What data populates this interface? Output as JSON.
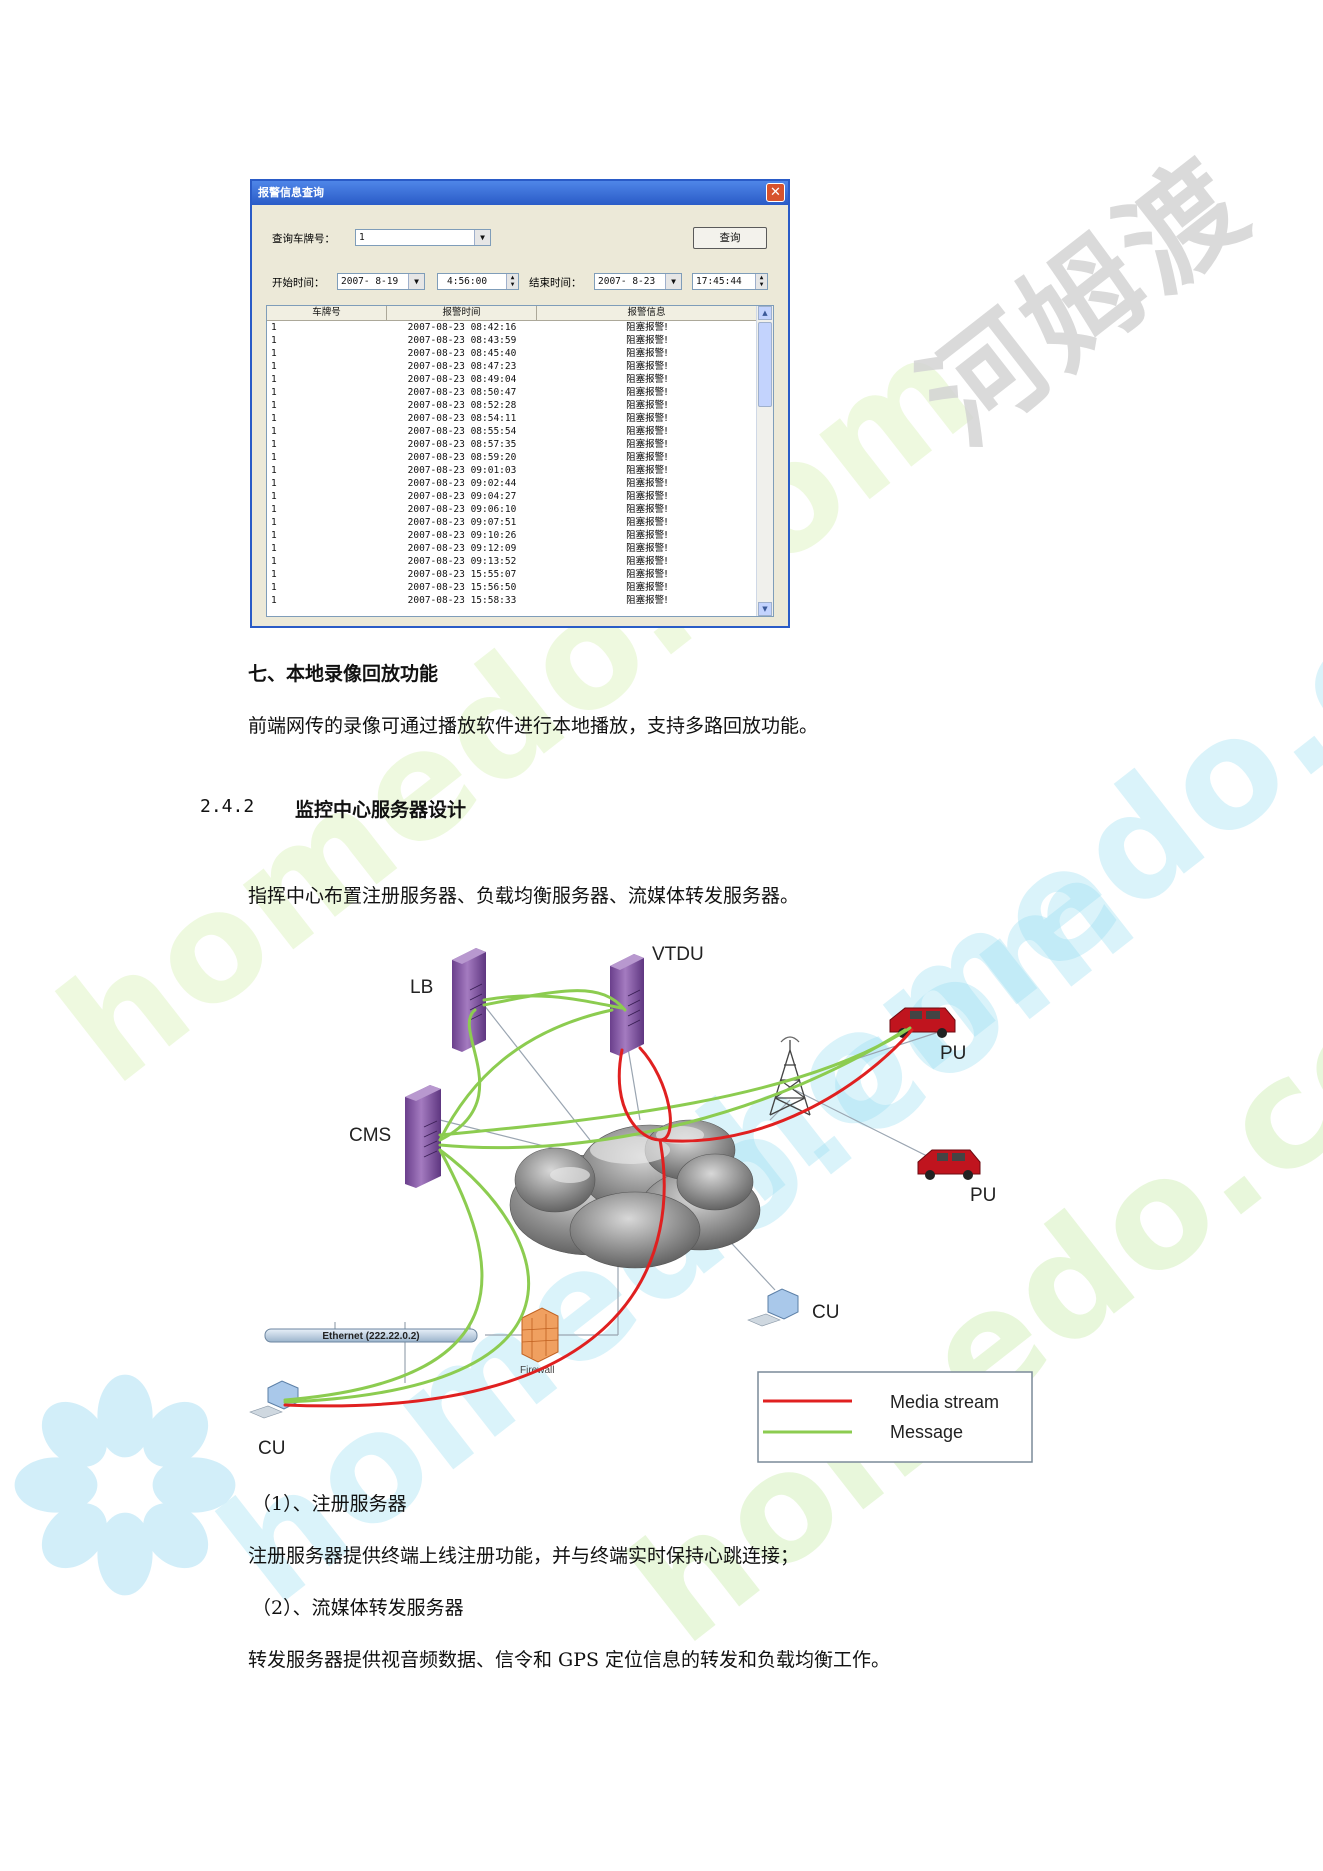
{
  "watermark": {
    "cn": "河姆渡",
    "en": "homedo.com"
  },
  "dialog": {
    "title": "报警信息查询",
    "plate_label": "查询车牌号：",
    "plate_value": "1",
    "query_button": "查询",
    "start_label": "开始时间：",
    "start_date": "2007- 8-19",
    "start_time": "4:56:00",
    "end_label": "结束时间：",
    "end_date": "2007- 8-23",
    "end_time": "17:45:44",
    "columns": [
      "车牌号",
      "报警时间",
      "报警信息"
    ],
    "rows": [
      [
        "1",
        "2007-08-23 08:42:16",
        "阻塞报警!"
      ],
      [
        "1",
        "2007-08-23 08:43:59",
        "阻塞报警!"
      ],
      [
        "1",
        "2007-08-23 08:45:40",
        "阻塞报警!"
      ],
      [
        "1",
        "2007-08-23 08:47:23",
        "阻塞报警!"
      ],
      [
        "1",
        "2007-08-23 08:49:04",
        "阻塞报警!"
      ],
      [
        "1",
        "2007-08-23 08:50:47",
        "阻塞报警!"
      ],
      [
        "1",
        "2007-08-23 08:52:28",
        "阻塞报警!"
      ],
      [
        "1",
        "2007-08-23 08:54:11",
        "阻塞报警!"
      ],
      [
        "1",
        "2007-08-23 08:55:54",
        "阻塞报警!"
      ],
      [
        "1",
        "2007-08-23 08:57:35",
        "阻塞报警!"
      ],
      [
        "1",
        "2007-08-23 08:59:20",
        "阻塞报警!"
      ],
      [
        "1",
        "2007-08-23 09:01:03",
        "阻塞报警!"
      ],
      [
        "1",
        "2007-08-23 09:02:44",
        "阻塞报警!"
      ],
      [
        "1",
        "2007-08-23 09:04:27",
        "阻塞报警!"
      ],
      [
        "1",
        "2007-08-23 09:06:10",
        "阻塞报警!"
      ],
      [
        "1",
        "2007-08-23 09:07:51",
        "阻塞报警!"
      ],
      [
        "1",
        "2007-08-23 09:10:26",
        "阻塞报警!"
      ],
      [
        "1",
        "2007-08-23 09:12:09",
        "阻塞报警!"
      ],
      [
        "1",
        "2007-08-23 09:13:52",
        "阻塞报警!"
      ],
      [
        "1",
        "2007-08-23 15:55:07",
        "阻塞报警!"
      ],
      [
        "1",
        "2007-08-23 15:56:50",
        "阻塞报警!"
      ],
      [
        "1",
        "2007-08-23 15:58:33",
        "阻塞报警!"
      ]
    ]
  },
  "sections": {
    "s7_heading": "七、本地录像回放功能",
    "s7_body": "前端网传的录像可通过播放软件进行本地播放，支持多路回放功能。",
    "s242_number": "2.4.2",
    "s242_title": "监控中心服务器设计",
    "s242_body": "指挥中心布置注册服务器、负载均衡服务器、流媒体转发服务器。",
    "reg_heading": "（1）、注册服务器",
    "reg_body": "注册服务器提供终端上线注册功能，并与终端实时保持心跳连接；",
    "fwd_heading": "（2）、流媒体转发服务器",
    "fwd_body": "转发服务器提供视音频数据、信令和 GPS 定位信息的转发和负载均衡工作。"
  },
  "diagram": {
    "labels": {
      "lb": "LB",
      "vtdu": "VTDU",
      "cms": "CMS",
      "pu1": "PU",
      "pu2": "PU",
      "cu_right": "CU",
      "cu_left": "CU",
      "ethernet": "Ethernet (222.22.0.2)",
      "firewall": "Firewall"
    },
    "legend": {
      "media": "Media  stream",
      "message": "Message"
    },
    "colors": {
      "media": "#e02020",
      "message": "#8ccc50",
      "server": "#8a5aa6"
    }
  }
}
